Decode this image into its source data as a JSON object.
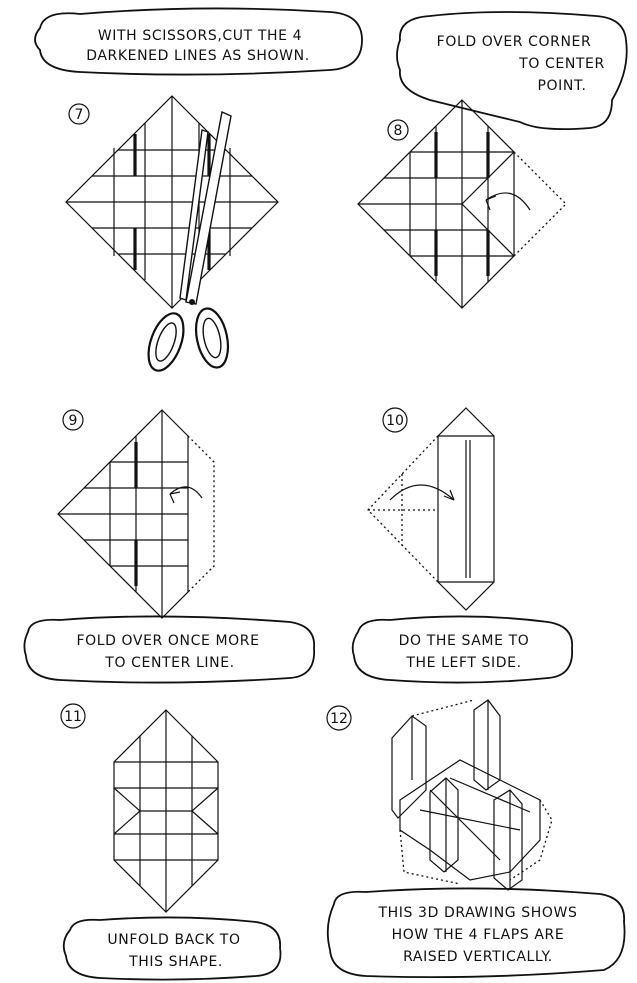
{
  "captions": {
    "scissors_line1": "WITH SCISSORS,CUT THE 4",
    "scissors_line2": "DARKENED LINES AS SHOWN.",
    "fold_corner_line1": "FOLD OVER CORNER",
    "fold_corner_line2": "TO CENTER",
    "fold_corner_line3": "POINT.",
    "once_more_line1": "FOLD OVER ONCE MORE",
    "once_more_line2": "TO CENTER LINE.",
    "same_left_line1": "DO THE SAME TO",
    "same_left_line2": "THE LEFT SIDE.",
    "unfold_line1": "UNFOLD BACK TO",
    "unfold_line2": "THIS SHAPE.",
    "three_d_line1": "THIS 3D DRAWING SHOWS",
    "three_d_line2": "HOW THE 4 FLAPS ARE",
    "three_d_line3": "RAISED VERTICALLY."
  },
  "steps": {
    "s7": "7",
    "s8": "8",
    "s9": "9",
    "s10": "10",
    "s11": "11",
    "s12": "12"
  }
}
